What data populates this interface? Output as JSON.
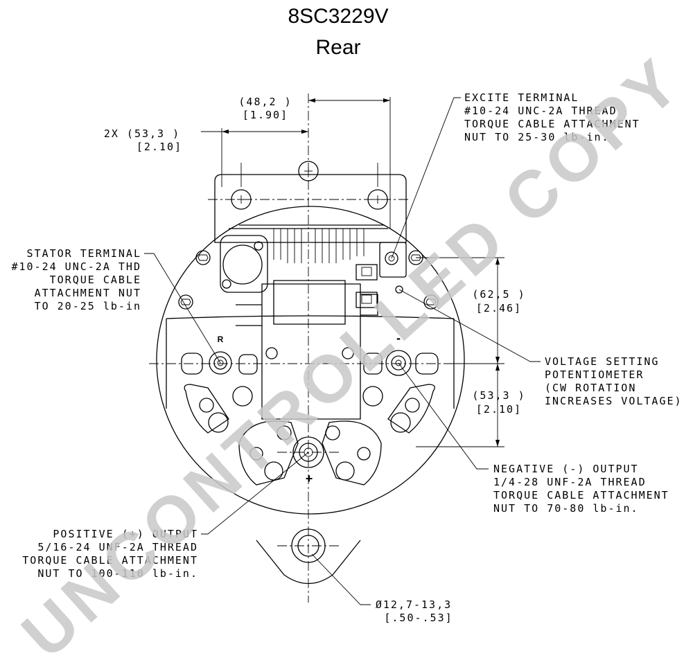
{
  "title": {
    "model": "8SC3229V",
    "view": "Rear"
  },
  "watermark": "UNCONTROLLED COPY",
  "dimensions": {
    "center_to_hole": {
      "mm": "(48,2   )",
      "in": "[1.90]"
    },
    "hole_spacing": {
      "mm": "2X (53,3   )",
      "in": "[2.10]"
    },
    "upper_height": {
      "mm": "(62,5   )",
      "in": "[2.46]"
    },
    "lower_height": {
      "mm": "(53,3   )",
      "in": "[2.10]"
    },
    "mount_bore": {
      "mm": "Ø12,7-13,3",
      "in": "[.50-.53]"
    }
  },
  "callouts": {
    "excite": [
      "EXCITE TERMINAL",
      "#10-24 UNC-2A THREAD",
      "TORQUE CABLE ATTACHMENT",
      "NUT TO 25-30 lb-in."
    ],
    "stator": [
      "STATOR TERMINAL",
      "#10-24 UNC-2A THD",
      "TORQUE CABLE",
      "ATTACHMENT NUT",
      "TO 20-25 lb-in"
    ],
    "voltage": [
      "VOLTAGE SETTING",
      "POTENTIOMETER",
      "(CW ROTATION",
      "INCREASES VOLTAGE)"
    ],
    "negative": [
      "NEGATIVE (-) OUTPUT",
      "1/4-28 UNF-2A THREAD",
      "TORQUE CABLE ATTACHMENT",
      "NUT TO 70-80 lb-in."
    ],
    "positive": [
      "POSITIVE (+) OUTPUT",
      "5/16-24 UNF-2A THREAD",
      "TORQUE CABLE ATTACHMENT",
      "NUT TO 100-110 lb-in."
    ]
  },
  "terminal_marks": {
    "stator": "R",
    "negative": "-",
    "positive": "+"
  },
  "colors": {
    "line": "#000000",
    "watermark": "#c8c8c8",
    "background": "#ffffff"
  }
}
